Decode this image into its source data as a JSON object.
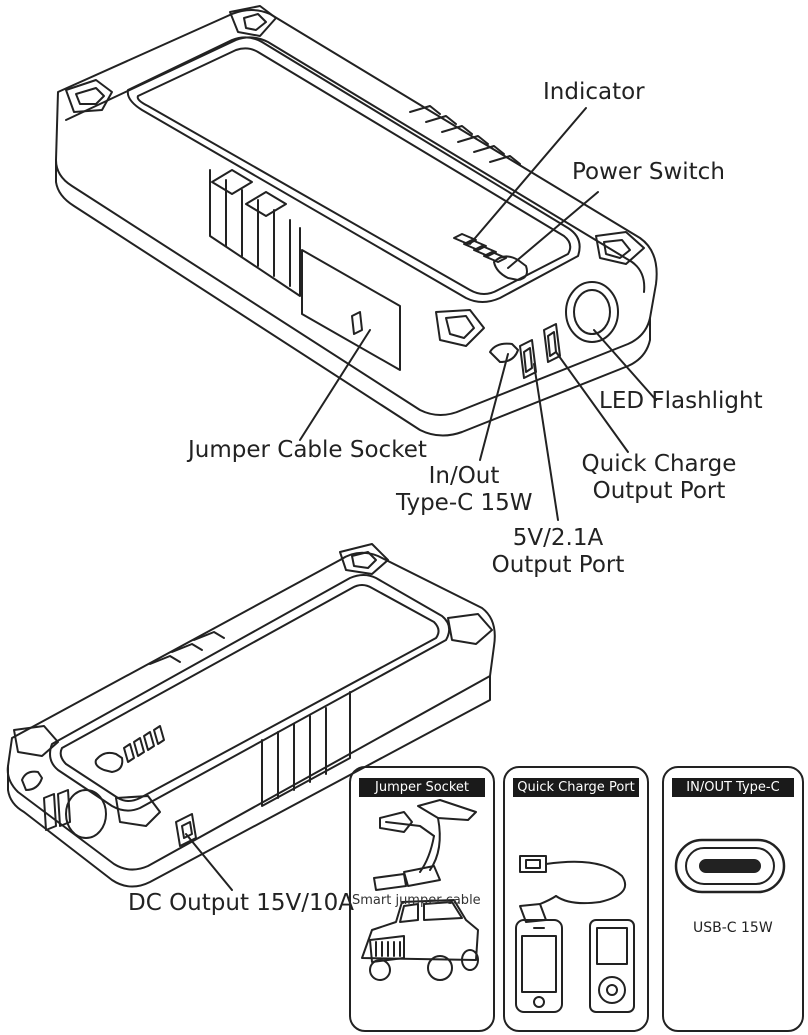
{
  "callouts": {
    "indicator": "Indicator",
    "power_switch": "Power Switch",
    "led_flashlight": "LED Flashlight",
    "jumper_cable_socket": "Jumper Cable Socket",
    "in_out_line1": "In/Out",
    "in_out_line2": "Type-C 15W",
    "quick_charge_line1": "Quick Charge",
    "quick_charge_line2": "Output Port",
    "five_volt_line1": "5V/2.1A",
    "five_volt_line2": "Output Port",
    "dc_output": "DC Output 15V/10A"
  },
  "panels": {
    "jumper_socket": {
      "title": "Jumper Socket",
      "caption": "Smart jumper cable"
    },
    "quick_charge": {
      "title": "Quick Charge Port"
    },
    "type_c": {
      "title": "IN/OUT Type-C",
      "caption": "USB-C 15W"
    }
  },
  "colors": {
    "line": "#222222",
    "panel_header": "#1a1a1a"
  }
}
